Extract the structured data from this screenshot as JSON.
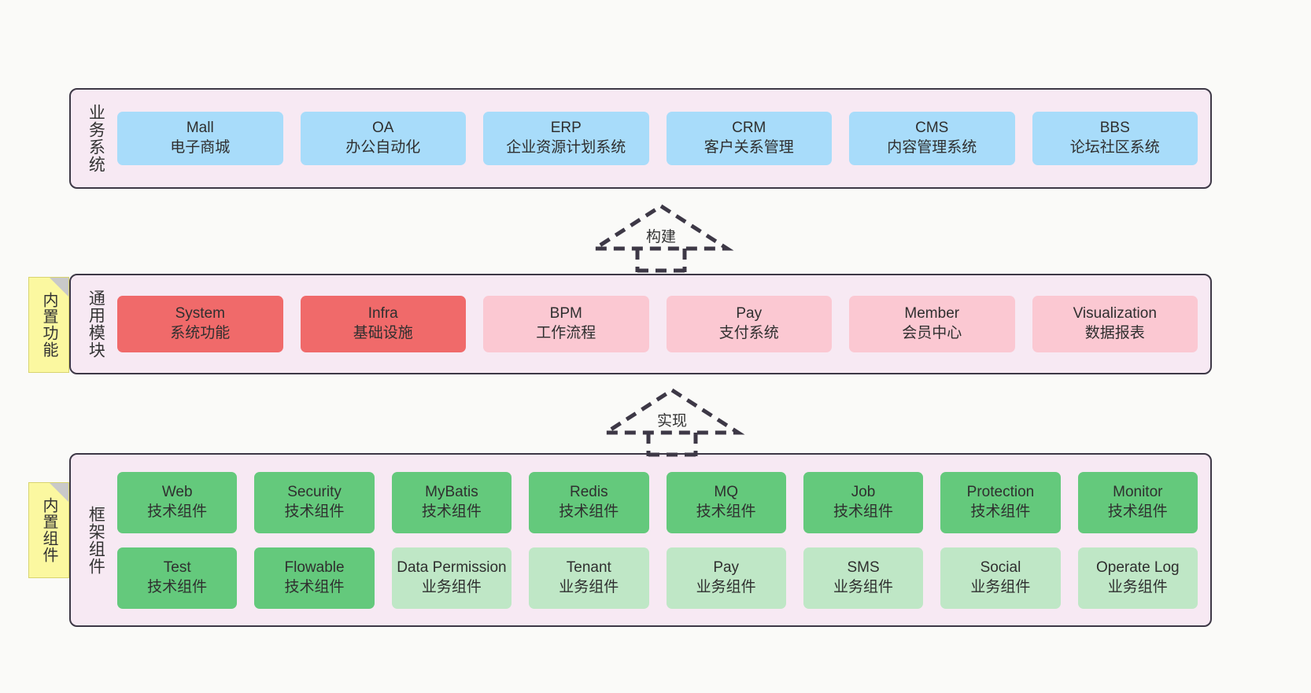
{
  "diagram": {
    "background_color": "#fafaf8",
    "panel_color": "#f7e9f3",
    "panel_border_color": "#3d3846",
    "sticky_color": "#fbf8a0"
  },
  "layers": [
    {
      "id": "business",
      "title": "业务系统",
      "rows": [
        {
          "cards": [
            {
              "en": "Mall",
              "cn": "电子商城",
              "color": "#a8dcfa",
              "variant": "c-blue"
            },
            {
              "en": "OA",
              "cn": "办公自动化",
              "color": "#a8dcfa",
              "variant": "c-blue"
            },
            {
              "en": "ERP",
              "cn": "企业资源计划系统",
              "color": "#a8dcfa",
              "variant": "c-blue"
            },
            {
              "en": "CRM",
              "cn": "客户关系管理",
              "color": "#a8dcfa",
              "variant": "c-blue"
            },
            {
              "en": "CMS",
              "cn": "内容管理系统",
              "color": "#a8dcfa",
              "variant": "c-blue"
            },
            {
              "en": "BBS",
              "cn": "论坛社区系统",
              "color": "#a8dcfa",
              "variant": "c-blue"
            }
          ]
        }
      ]
    },
    {
      "id": "common",
      "title": "通用模块",
      "sticky": "内置功能",
      "rows": [
        {
          "cards": [
            {
              "en": "System",
              "cn": "系统功能",
              "color": "#f06a6a",
              "variant": "c-red"
            },
            {
              "en": "Infra",
              "cn": "基础设施",
              "color": "#f06a6a",
              "variant": "c-red"
            },
            {
              "en": "BPM",
              "cn": "工作流程",
              "color": "#fbc8d2",
              "variant": "c-pink"
            },
            {
              "en": "Pay",
              "cn": "支付系统",
              "color": "#fbc8d2",
              "variant": "c-pink"
            },
            {
              "en": "Member",
              "cn": "会员中心",
              "color": "#fbc8d2",
              "variant": "c-pink"
            },
            {
              "en": "Visualization",
              "cn": "数据报表",
              "color": "#fbc8d2",
              "variant": "c-pink"
            }
          ]
        }
      ]
    },
    {
      "id": "framework",
      "title": "框架组件",
      "sticky": "内置组件",
      "rows": [
        {
          "cards": [
            {
              "en": "Web",
              "cn": "技术组件",
              "color": "#64c97c",
              "variant": "c-green"
            },
            {
              "en": "Security",
              "cn": "技术组件",
              "color": "#64c97c",
              "variant": "c-green"
            },
            {
              "en": "MyBatis",
              "cn": "技术组件",
              "color": "#64c97c",
              "variant": "c-green"
            },
            {
              "en": "Redis",
              "cn": "技术组件",
              "color": "#64c97c",
              "variant": "c-green"
            },
            {
              "en": "MQ",
              "cn": "技术组件",
              "color": "#64c97c",
              "variant": "c-green"
            },
            {
              "en": "Job",
              "cn": "技术组件",
              "color": "#64c97c",
              "variant": "c-green"
            },
            {
              "en": "Protection",
              "cn": "技术组件",
              "color": "#64c97c",
              "variant": "c-green"
            },
            {
              "en": "Monitor",
              "cn": "技术组件",
              "color": "#64c97c",
              "variant": "c-green"
            }
          ]
        },
        {
          "cards": [
            {
              "en": "Test",
              "cn": "技术组件",
              "color": "#64c97c",
              "variant": "c-green"
            },
            {
              "en": "Flowable",
              "cn": "技术组件",
              "color": "#64c97c",
              "variant": "c-green"
            },
            {
              "en": "Data Permission",
              "cn": "业务组件",
              "color": "#bfe7c6",
              "variant": "c-lightgreen",
              "wrap": true
            },
            {
              "en": "Tenant",
              "cn": "业务组件",
              "color": "#bfe7c6",
              "variant": "c-lightgreen"
            },
            {
              "en": "Pay",
              "cn": "业务组件",
              "color": "#bfe7c6",
              "variant": "c-lightgreen"
            },
            {
              "en": "SMS",
              "cn": "业务组件",
              "color": "#bfe7c6",
              "variant": "c-lightgreen"
            },
            {
              "en": "Social",
              "cn": "业务组件",
              "color": "#bfe7c6",
              "variant": "c-lightgreen"
            },
            {
              "en": "Operate Log",
              "cn": "业务组件",
              "color": "#bfe7c6",
              "variant": "c-lightgreen"
            }
          ]
        }
      ]
    }
  ],
  "connectors": [
    {
      "id": "build",
      "label": "构建",
      "style": "dashed-generalization",
      "direction": "up"
    },
    {
      "id": "impl",
      "label": "实现",
      "style": "dashed-generalization",
      "direction": "up"
    }
  ]
}
